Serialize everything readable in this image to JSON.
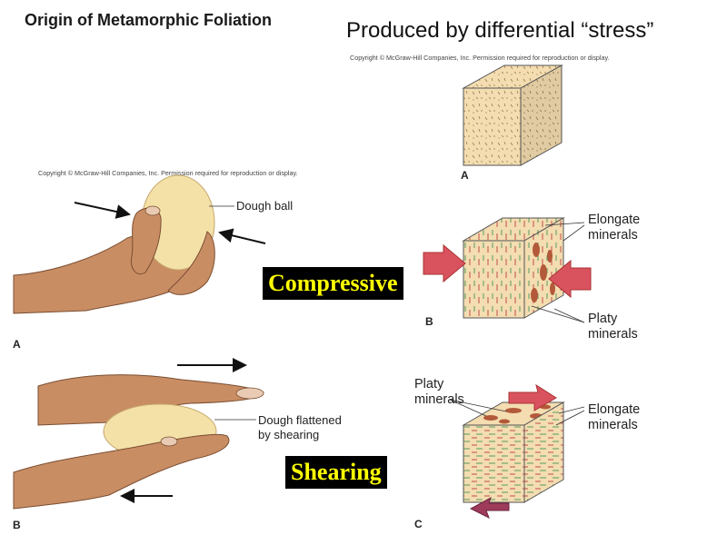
{
  "header": {
    "title": "Origin of Metamorphic Foliation",
    "subtitle": "Produced by differential “stress”"
  },
  "copyright": {
    "right": "Copyright © McGraw-Hill Companies, Inc. Permission required for reproduction or display.",
    "left": "Copyright © McGraw-Hill Companies, Inc. Permission required for reproduction or display."
  },
  "left_figure": {
    "panel_a": {
      "letter": "A",
      "callout": "Dough ball"
    },
    "panel_b": {
      "letter": "B",
      "callout_line1": "Dough flattened",
      "callout_line2": "by shearing"
    }
  },
  "right_figure": {
    "panel_a": {
      "letter": "A"
    },
    "panel_b": {
      "letter": "B",
      "elongate_line1": "Elongate",
      "elongate_line2": "minerals",
      "platy_line1": "Platy",
      "platy_line2": "minerals"
    },
    "panel_c": {
      "letter": "C",
      "platy_line1": "Platy",
      "platy_line2": "minerals",
      "elongate_line1": "Elongate",
      "elongate_line2": "minerals"
    }
  },
  "tags": {
    "compressive": "Compressive",
    "shearing": "Shearing"
  },
  "colors": {
    "skin": "#c98d64",
    "dough": "#f4e1a8",
    "rock": "#f3ddb1",
    "arrow": "#d9535f",
    "tag_bg": "#000000",
    "tag_text": "#ffff00"
  }
}
